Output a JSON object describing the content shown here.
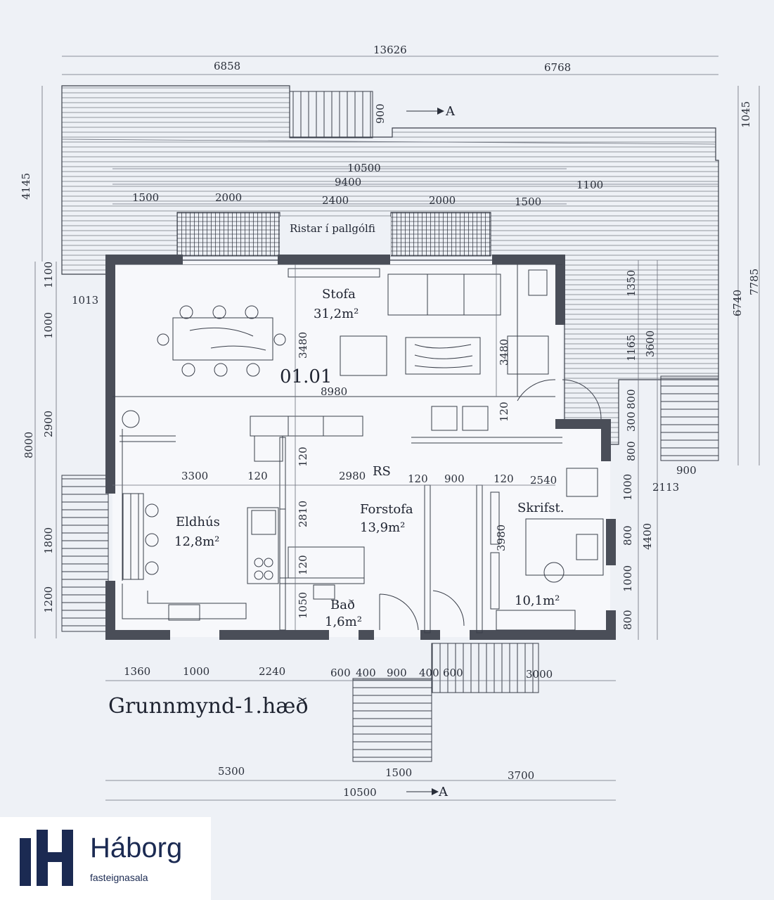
{
  "colors": {
    "background": "#eef1f6",
    "ink": "#2a2f3a",
    "wall": "#4a4e58",
    "brand": "#1b2a52"
  },
  "title": "Grunnmynd-1.hæð",
  "room_id": "01.01",
  "rs": "RS",
  "deck_label": "Ristar í pallgólfi",
  "section_marker": "A",
  "rooms": {
    "stofa": {
      "name": "Stofa",
      "area": "31,2m²"
    },
    "eldhus": {
      "name": "Eldhús",
      "area": "12,8m²"
    },
    "forstofa": {
      "name": "Forstofa",
      "area": "13,9m²"
    },
    "bad": {
      "name": "Bað",
      "area": "1,6m²"
    },
    "skrifst": {
      "name": "Skrifst.",
      "area": "10,1m²"
    }
  },
  "dims": {
    "top_total": "13626",
    "top_left": "6858",
    "top_right": "6768",
    "d900_stair": "900",
    "d1045": "1045",
    "d4145": "4145",
    "d10500_deck": "10500",
    "d9400": "9400",
    "d1100_deck": "1100",
    "d1500_a": "1500",
    "d2000_a": "2000",
    "d2400": "2400",
    "d2000_b": "2000",
    "d1500_b": "1500",
    "d1100_left": "1100",
    "d1013": "1013",
    "d1350": "1350",
    "d1165": "1165",
    "d3600": "3600",
    "d800_r1": "800",
    "d300_r": "300",
    "d800_r2": "800",
    "d6740": "6740",
    "d7785": "7785",
    "d900_r": "900",
    "d2113": "2113",
    "d3480_a": "3480",
    "d3480_b": "3480",
    "d8980": "8980",
    "d120_a": "120",
    "d120_b": "120",
    "d1000_left": "1000",
    "d2900": "2900",
    "d8000": "8000",
    "d1800": "1800",
    "d1200": "1200",
    "d3300": "3300",
    "d120_c": "120",
    "d2980": "2980",
    "d120_d": "120",
    "d900_mid": "900",
    "d120_e": "120",
    "d2540": "2540",
    "d2810": "2810",
    "d120_f": "120",
    "d1050": "1050",
    "d3980": "3980",
    "d1000_r1": "1000",
    "d800_r3": "800",
    "d4400": "4400",
    "d1000_r2": "1000",
    "d800_r4": "800",
    "b1360": "1360",
    "b1000": "1000",
    "b2240": "2240",
    "b600_a": "600",
    "b400_a": "400",
    "b900": "900",
    "b400_b": "400",
    "b600_b": "600",
    "b3000": "3000",
    "b5300": "5300",
    "b1500": "1500",
    "b3700": "3700",
    "b10500": "10500"
  },
  "logo": {
    "name": "Háborg",
    "tagline": "fasteignasala"
  }
}
